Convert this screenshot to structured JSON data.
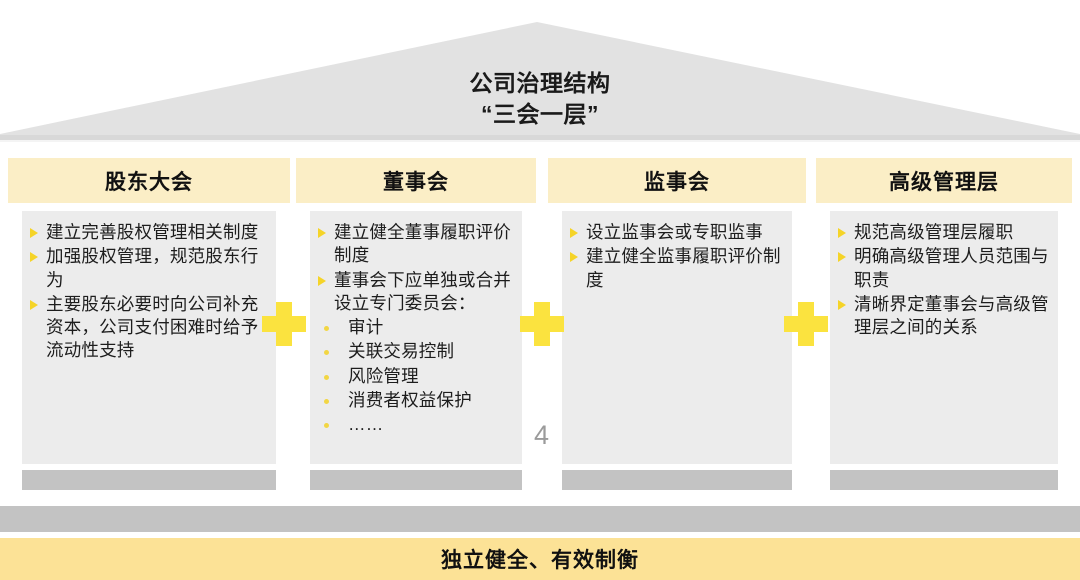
{
  "slide": {
    "page_number": "4",
    "colors": {
      "header_fill": "#fbeec6",
      "body_fill": "#ececec",
      "base_gray": "#c3c3c3",
      "roof_gray": "#e2e2e2",
      "accent_yellow": "#fbe33f",
      "bullet_yellow": "#f5d428",
      "footer_yellow": "#fce296"
    }
  },
  "roof": {
    "title_line1": "公司治理结构",
    "title_line2": "“三会一层”"
  },
  "pillars": [
    {
      "title": "股东大会",
      "items": [
        {
          "level": 1,
          "text": "建立完善股权管理相关制度"
        },
        {
          "level": 1,
          "text": "加强股权管理，规范股东行为"
        },
        {
          "level": 1,
          "text": "主要股东必要时向公司补充资本，公司支付困难时给予流动性支持"
        }
      ]
    },
    {
      "title": "董事会",
      "items": [
        {
          "level": 1,
          "text": "建立健全董事履职评价制度"
        },
        {
          "level": 1,
          "text": "董事会下应单独或合并设立专门委员会："
        },
        {
          "level": 2,
          "text": "审计"
        },
        {
          "level": 2,
          "text": "关联交易控制"
        },
        {
          "level": 2,
          "text": "风险管理"
        },
        {
          "level": 2,
          "text": "消费者权益保护"
        },
        {
          "level": 2,
          "text": "……"
        }
      ]
    },
    {
      "title": "监事会",
      "items": [
        {
          "level": 1,
          "text": "设立监事会或专职监事"
        },
        {
          "level": 1,
          "text": "建立健全监事履职评价制度"
        }
      ]
    },
    {
      "title": "高级管理层",
      "items": [
        {
          "level": 1,
          "text": "规范高级管理层履职"
        },
        {
          "level": 1,
          "text": "明确高级管理人员范围与职责"
        },
        {
          "level": 1,
          "text": "清晰界定董事会与高级管理层之间的关系"
        }
      ]
    }
  ],
  "connectors": [
    {
      "name": "plus-1",
      "symbol": "+"
    },
    {
      "name": "plus-2",
      "symbol": "+"
    },
    {
      "name": "plus-3",
      "symbol": "+"
    }
  ],
  "footer": {
    "text": "独立健全、有效制衡"
  }
}
